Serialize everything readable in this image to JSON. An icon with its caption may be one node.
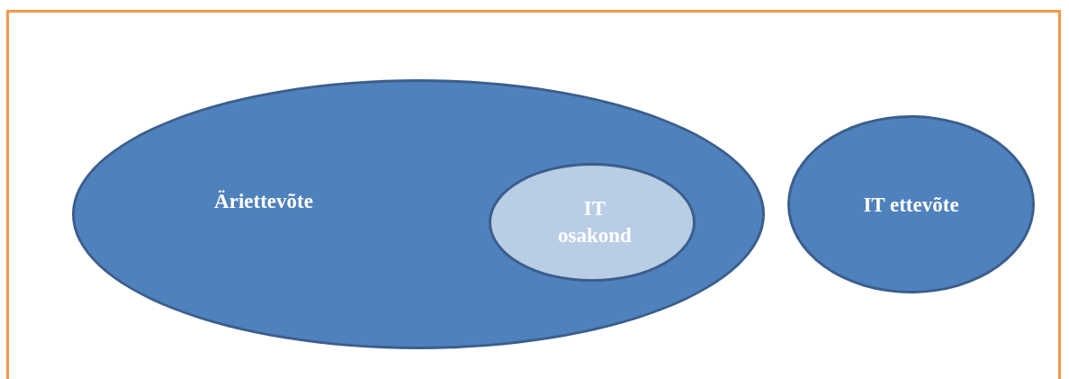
{
  "diagram": {
    "nodes": [
      {
        "text": [
          "Äriettevõte"
        ]
      },
      {
        "text": [
          "IT osakond"
        ],
        "in": 0
      },
      {
        "text": [
          "IT ettevõte"
        ]
      }
    ]
  }
}
